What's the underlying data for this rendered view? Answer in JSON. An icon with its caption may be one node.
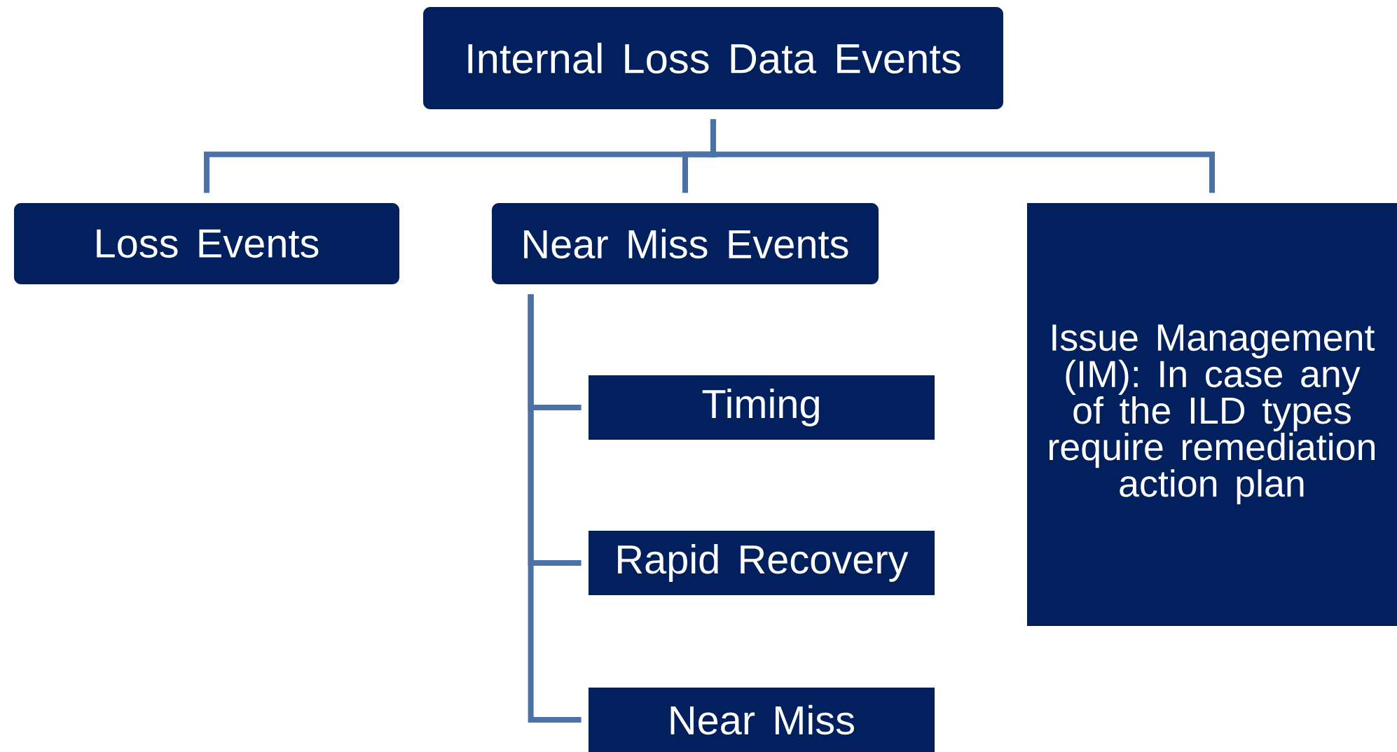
{
  "diagram": {
    "nodes": [
      {
        "text": [
          "Internal Loss Data Events"
        ]
      },
      {
        "text": [
          "Loss Events"
        ]
      },
      {
        "text": [
          "Near Miss Events"
        ]
      },
      {
        "text": [
          "Issue Management (IM): In case any of the ILD types require remediation action plan"
        ]
      },
      {
        "text": [
          "Timing"
        ]
      },
      {
        "text": [
          "Rapid Recovery"
        ]
      },
      {
        "text": [
          "Near Miss"
        ]
      }
    ],
    "edges": [
      {
        "from": 0,
        "to": 1,
        "arrow": "none"
      },
      {
        "from": 0,
        "to": 2,
        "arrow": "none"
      },
      {
        "from": 0,
        "to": 3,
        "arrow": "none"
      },
      {
        "from": 2,
        "to": 4,
        "arrow": "none"
      },
      {
        "from": 2,
        "to": 5,
        "arrow": "none"
      },
      {
        "from": 2,
        "to": 6,
        "arrow": "none"
      }
    ]
  }
}
